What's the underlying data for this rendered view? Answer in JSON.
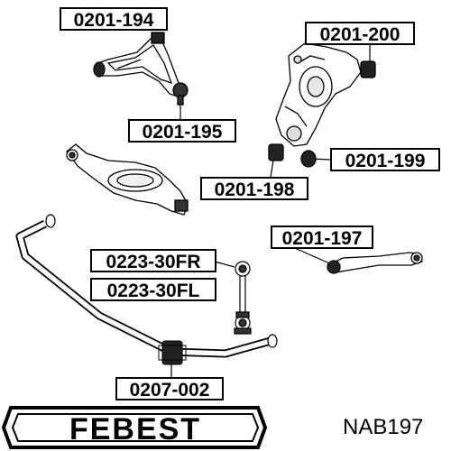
{
  "labels": {
    "p1": "0201-194",
    "p2": "0201-200",
    "p3": "0201-195",
    "p4": "0201-199",
    "p5": "0201-198",
    "p6": "0201-197",
    "p7": "0223-30FR",
    "p8": "0223-30FL",
    "p9": "0207-002"
  },
  "brand": {
    "logo_text": "FEBEST"
  },
  "part_code": "NAB197"
}
